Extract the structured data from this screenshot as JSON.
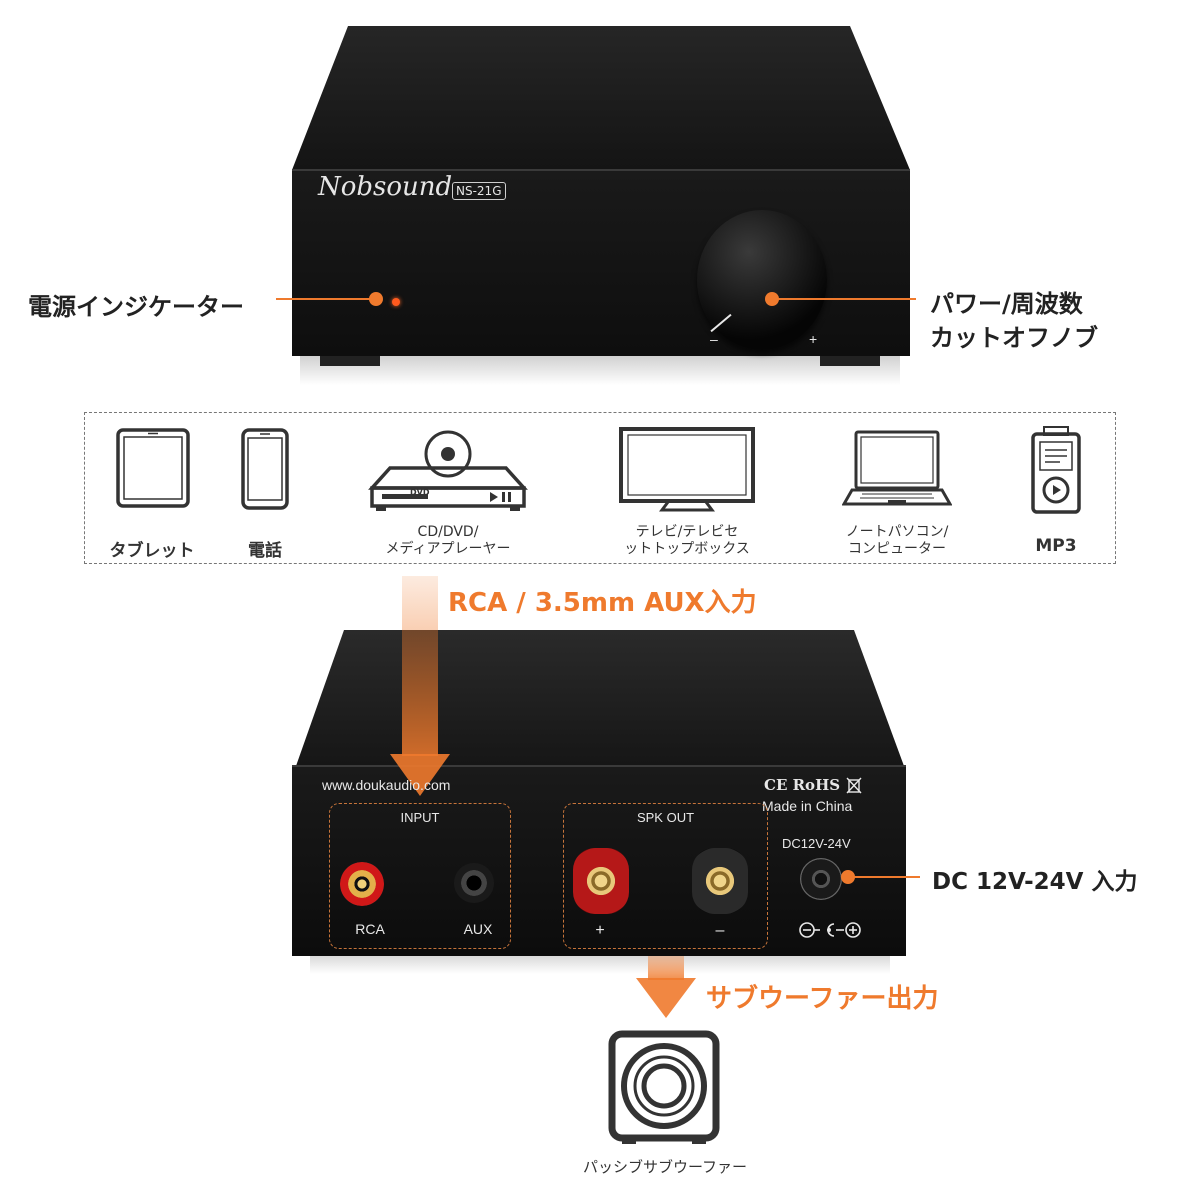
{
  "amp_front": {
    "brand": "Nobsound",
    "model": "NS-21G",
    "knob_minus": "–",
    "knob_plus": "+"
  },
  "callouts": {
    "power_indicator": "電源インジケーター",
    "knob_line1": "パワー/周波数",
    "knob_line2": "カットオフノブ",
    "input_label": "RCA / 3.5mm AUX入力",
    "dc_input": "DC 12V-24V 入力",
    "subwoofer_out": "サブウーファー出力"
  },
  "devices": [
    {
      "name": "tablet",
      "line1": "タブレット",
      "line2": ""
    },
    {
      "name": "phone",
      "line1": "電話",
      "line2": ""
    },
    {
      "name": "cd-dvd",
      "line1": "CD/DVD/",
      "line2": "メディアプレーヤー"
    },
    {
      "name": "tv",
      "line1": "テレビ/テレビセ",
      "line2": "ットトップボックス"
    },
    {
      "name": "laptop",
      "line1": "ノートパソコン/",
      "line2": "コンピューター"
    },
    {
      "name": "mp3",
      "line1": "MP3",
      "line2": ""
    }
  ],
  "dvd_text": "DVD",
  "amp_back": {
    "website": "www.doukaudio.com",
    "cert": "CE RoHS",
    "made_in": "Made in China",
    "input_title": "INPUT",
    "rca": "RCA",
    "aux": "AUX",
    "spk_title": "SPK OUT",
    "spk_plus": "+",
    "spk_minus": "–",
    "dc_label": "DC12V-24V"
  },
  "subwoofer_label": "パッシブサブウーファー",
  "colors": {
    "accent": "#ef7a2d",
    "body": "#1c1c1c"
  }
}
